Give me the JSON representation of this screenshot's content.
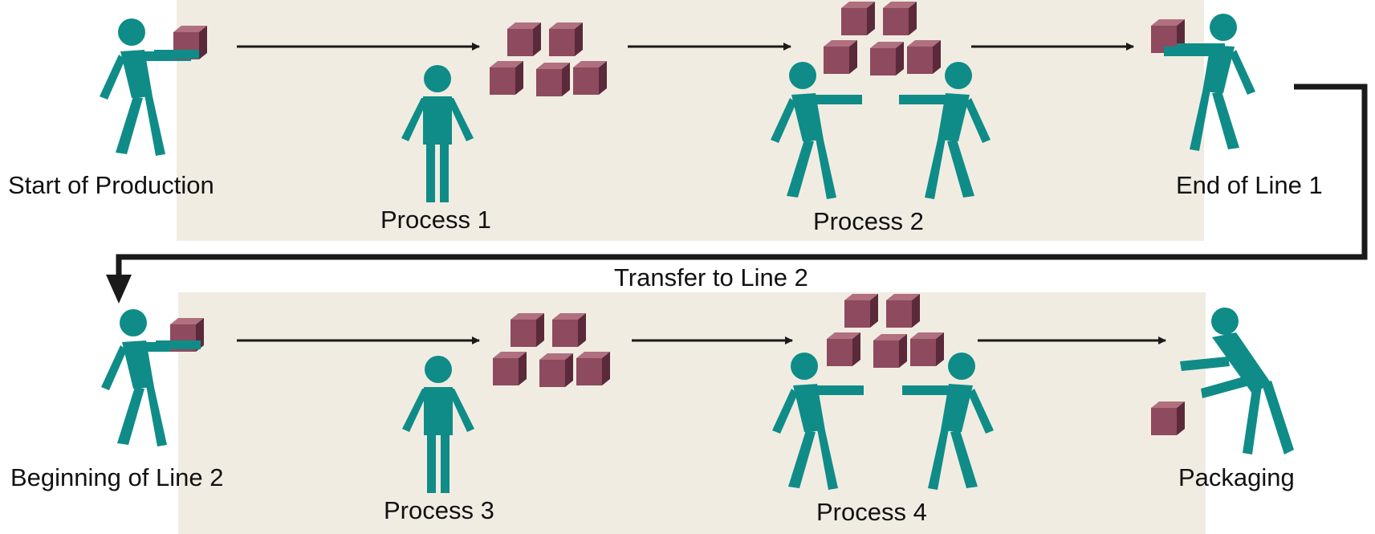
{
  "colors": {
    "band": "#f1ece2",
    "person": "#0f8c88",
    "box_front": "#8e4a5e",
    "box_side": "#5a2a3a",
    "box_top": "#b0707f",
    "arrow": "#1a1a1a"
  },
  "labels": {
    "start_of_production": "Start of Production",
    "process_1": "Process 1",
    "process_2": "Process 2",
    "end_of_line_1": "End of Line 1",
    "transfer_to_line_2": "Transfer to Line 2",
    "beginning_of_line_2": "Beginning of Line 2",
    "process_3": "Process 3",
    "process_4": "Process 4",
    "packaging": "Packaging"
  }
}
